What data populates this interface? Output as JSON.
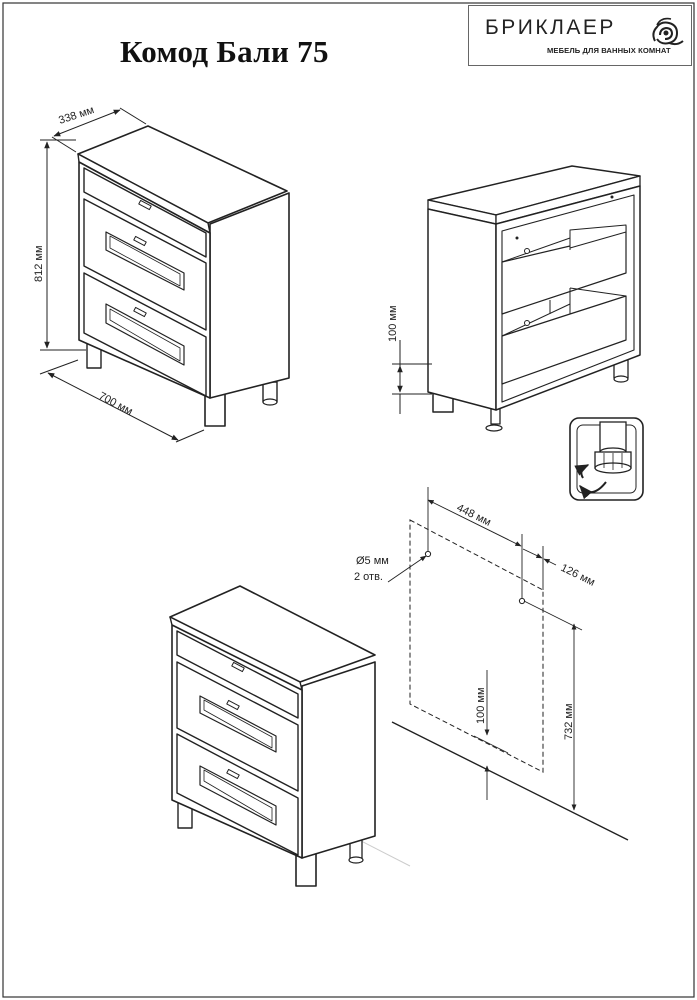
{
  "title": "Комод Бали 75",
  "logo": {
    "brand": "БРИКЛАЕР",
    "tagline": "МЕБЕЛЬ ДЛЯ ВАННЫХ КОМНАТ",
    "icon": "rose-icon"
  },
  "dimensions": {
    "depth": "338 мм",
    "height": "812 мм",
    "width": "700 мм",
    "leg_height": "100 мм",
    "hole_spacing": "448 мм",
    "side_offset": "126 мм",
    "hole_diameter": "Ø5 мм",
    "hole_count": "2 отв.",
    "bottom_gap": "100 мм",
    "mount_height": "732 мм"
  },
  "icons": {
    "adjust": "adjustable-foot-icon"
  }
}
